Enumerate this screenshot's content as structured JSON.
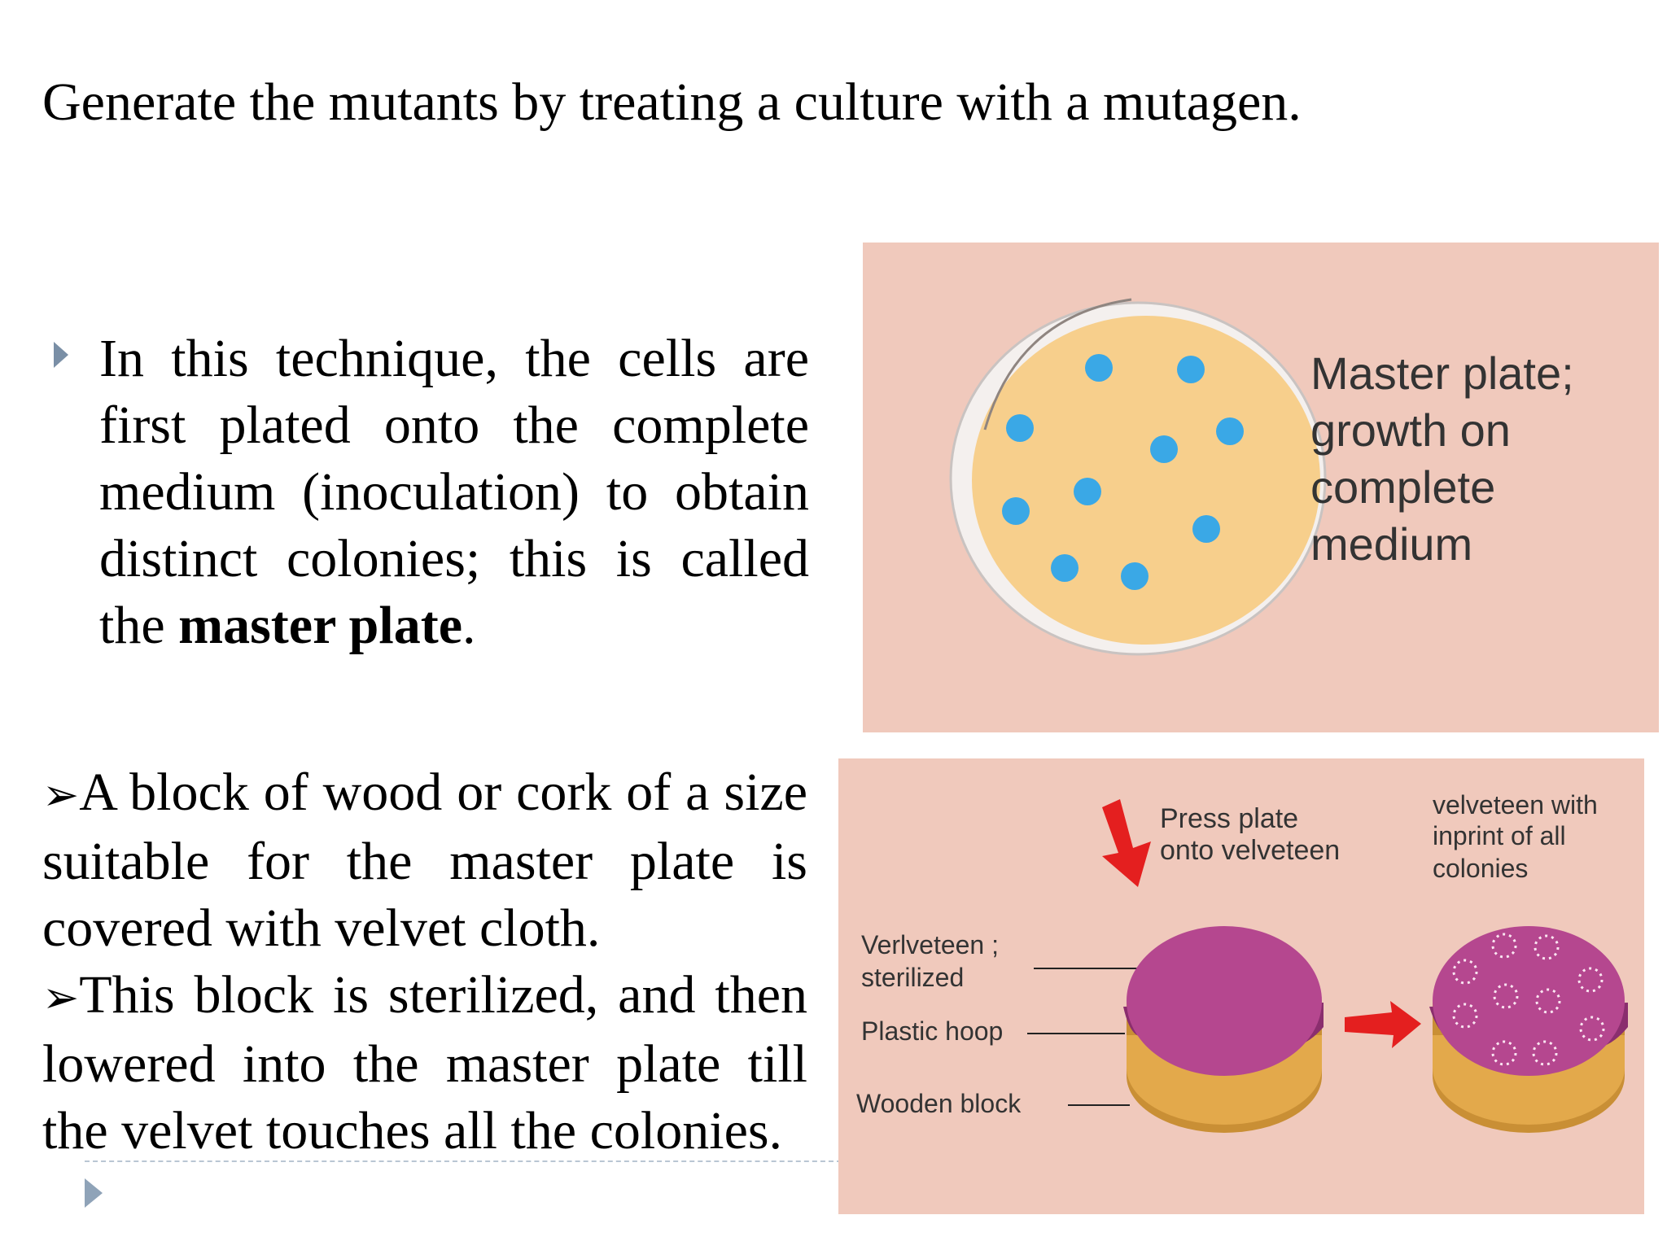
{
  "slide": {
    "title": "Generate the mutants by treating a culture with a mutagen.",
    "bullet1": {
      "text_before": "In this technique, the cells are first plated onto the complete medium (inoculation) to obtain distinct colonies; this is called the ",
      "bold": "master plate",
      "text_after": "."
    },
    "para2": {
      "item1": "A block of wood or cork of a size suitable for the master plate is covered with velvet cloth.",
      "item2": "This block is sterilized, and then lowered into the master plate till the velvet touches all the colonies."
    }
  },
  "figure1": {
    "label_line1": "Master plate;",
    "label_line2": "growth on",
    "label_line3": "complete",
    "label_line4": "medium",
    "colony_color": "#3aa8e6",
    "plate_color": "#f7cf8c",
    "background": "#f0c9bc"
  },
  "figure2": {
    "press_line1": "Press plate",
    "press_line2": "onto velveteen",
    "inprint_line1": "velveteen with",
    "inprint_line2": "inprint of all",
    "inprint_line3": "colonies",
    "verl_line1": "Verlveteen ;",
    "verl_line2": "sterilized",
    "hoop": "Plastic hoop",
    "block": "Wooden block",
    "velvet_color": "#b5478f",
    "arrow_color": "#e41f1f",
    "background": "#f0c9bc"
  }
}
